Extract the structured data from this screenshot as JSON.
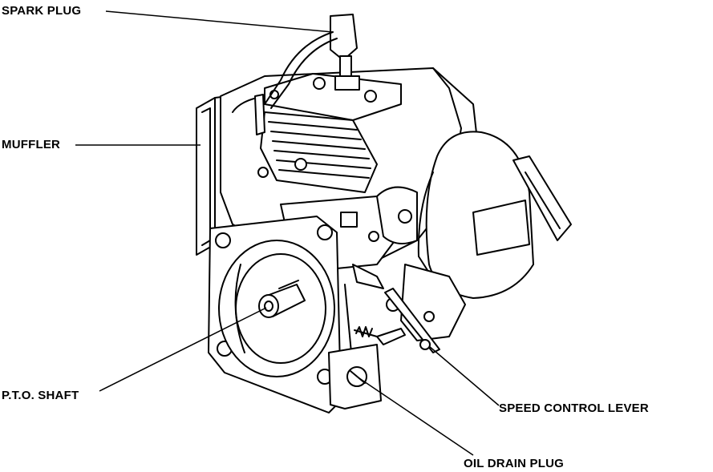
{
  "labels": {
    "spark_plug": "SPARK PLUG",
    "muffler": "MUFFLER",
    "pto_shaft": "P.T.O. SHAFT",
    "speed_control_lever": "SPEED CONTROL LEVER",
    "oil_drain_plug": "OIL DRAIN PLUG"
  },
  "colors": {
    "line": "#000000",
    "fill": "#ffffff"
  }
}
